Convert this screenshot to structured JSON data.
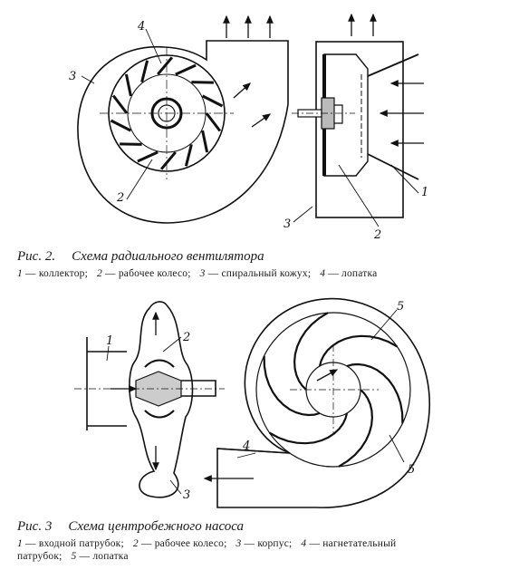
{
  "figure2": {
    "caption_number": "Рис. 2.",
    "caption_title": "Схема радиального вентилятора",
    "legend": [
      {
        "num": "1",
        "text": "коллектор;"
      },
      {
        "num": "2",
        "text": "рабочее колесо;"
      },
      {
        "num": "3",
        "text": "спиральный кожух;"
      },
      {
        "num": "4",
        "text": "лопатка"
      }
    ],
    "callouts": {
      "l1": "1",
      "l2a": "2",
      "l2b": "2",
      "l3a": "3",
      "l3b": "3",
      "l4": "4"
    }
  },
  "figure3": {
    "caption_number": "Рис. 3",
    "caption_title": "Схема центробежного насоса",
    "legend_line1": [
      {
        "num": "1",
        "text": "входной патрубок;"
      },
      {
        "num": "2",
        "text": "рабочее колесо;"
      },
      {
        "num": "3",
        "text": "корпус;"
      },
      {
        "num": "4",
        "text": "нагнетательный"
      }
    ],
    "legend_line2": [
      {
        "num": "",
        "text": "патрубок;"
      },
      {
        "num": "5",
        "text": "лопатка"
      }
    ],
    "callouts": {
      "l1": "1",
      "l2": "2",
      "l3": "3",
      "l4": "4",
      "l5a": "5",
      "l5b": "5"
    }
  }
}
